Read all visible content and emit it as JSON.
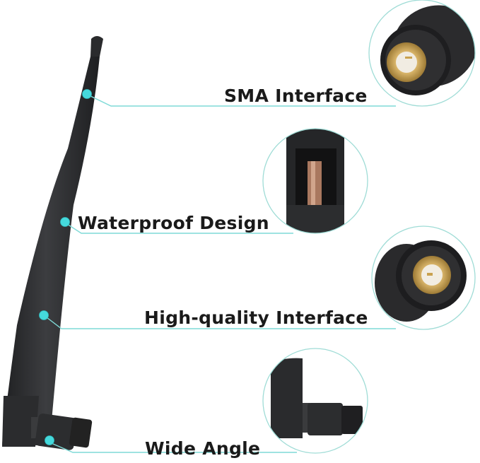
{
  "features": [
    {
      "label": "SMA Interface",
      "detail_image": "sma-connector-closeup"
    },
    {
      "label": "Waterproof Design",
      "detail_image": "waterproof-hinge-closeup"
    },
    {
      "label": "High-quality Interface",
      "detail_image": "gold-plated-connector-closeup"
    },
    {
      "label": "Wide Angle",
      "detail_image": "right-angle-joint-closeup"
    }
  ],
  "colors": {
    "accent": "#45d9dc",
    "line": "#7fdad7",
    "circle_border": "#9fdcd6",
    "antenna": "#2f3033",
    "text": "#1a1a1a",
    "gold": "#d7b46a"
  }
}
